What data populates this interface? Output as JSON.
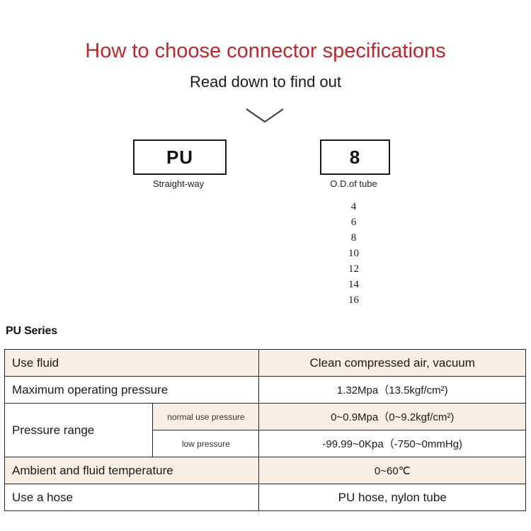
{
  "header": {
    "title": "How to choose connector specifications",
    "subtitle": "Read down to find out",
    "arrow_icon": "chevron-down-icon"
  },
  "selector": {
    "series_box": {
      "code": "PU",
      "caption": "Straight-way"
    },
    "size_box": {
      "code": "8",
      "caption": "O.D.of tube",
      "options": [
        "4",
        "6",
        "8",
        "10",
        "12",
        "14",
        "16"
      ]
    }
  },
  "spec": {
    "series_label": "PU Series",
    "rows": [
      {
        "label": "Use fluid",
        "value": "Clean compressed air, vacuum",
        "shaded": true
      },
      {
        "label": "Maximum operating pressure",
        "value": "1.32Mpa（13.5kgf/cm²)",
        "shaded": false
      },
      {
        "label": "Pressure range",
        "sub_rows": [
          {
            "sub_label": "normal use pressure",
            "value": "0~0.9Mpa（0~9.2kgf/cm²)",
            "shaded": true
          },
          {
            "sub_label": "low pressure",
            "value": "-99.99~0Kpa（-750~0mmHg)",
            "shaded": false
          }
        ]
      },
      {
        "label": "Ambient and fluid temperature",
        "value": "0~60℃",
        "shaded": true
      },
      {
        "label": "Use a hose",
        "value": "PU hose, nylon tube",
        "shaded": false
      }
    ]
  },
  "colors": {
    "title_red": "#c0262b",
    "shade_cream": "#f7efe5",
    "border_dark": "#262626"
  }
}
